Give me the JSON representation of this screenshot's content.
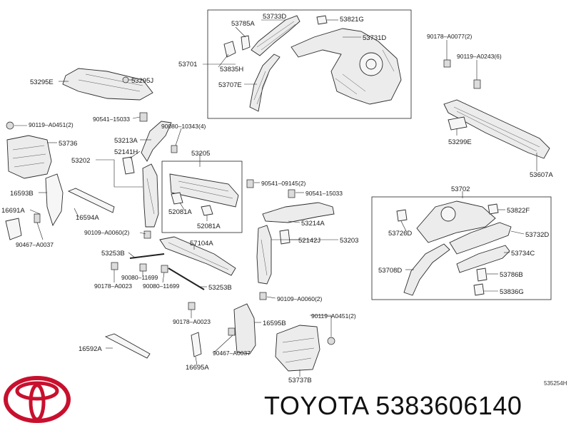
{
  "brand": {
    "name_line": "TOYOTA 5383606140",
    "logo_color": "#c8102e"
  },
  "diagram": {
    "ref_code": "535254H",
    "labels": {
      "p53733D": "53733D",
      "p53821G": "53821G",
      "p53785A": "53785A",
      "p53731D": "53731D",
      "p53701": "53701",
      "p53835H": "53835H",
      "p53707E": "53707E",
      "p90178_0077": "90178–A0077(2)",
      "p90119_0243": "90119–A0243(6)",
      "p53295E": "53295E",
      "p53295J": "53295J",
      "p90119_0451a": "90119–A0451(2)",
      "p90541_15033a": "90541–15033",
      "p53213A": "53213A",
      "p90080_10343": "90080–10343(4)",
      "p53736": "53736",
      "p52141H": "52141H",
      "p53202": "53202",
      "p53205": "53205",
      "p53299E": "53299E",
      "p53607A": "53607A",
      "p16593B": "16593B",
      "p90541_09145": "90541–09145(2)",
      "p90541_15033b": "90541–15033",
      "p53702": "53702",
      "p52081A_a": "52081A",
      "p52081A_b": "52081A",
      "p16594A": "16594A",
      "p16691A": "16691A",
      "p53214A": "53214A",
      "p53822F": "53822F",
      "p53726D": "53726D",
      "p53732D": "53732D",
      "p90109_0060a": "90109–A0060(2)",
      "p52142J": "52142J",
      "p53203": "53203",
      "p90467_0037a": "90467–A0037",
      "p57104A": "57104A",
      "p53734C": "53734C",
      "p53253B_a": "53253B",
      "p53708D": "53708D",
      "p90080_11699a": "90080–11699",
      "p90178_0023a": "90178–A0023",
      "p90080_11699b": "90080–11699",
      "p53786B": "53786B",
      "p53253B_b": "53253B",
      "p53836G": "53836G",
      "p90109_0060b": "90109–A0060(2)",
      "p90119_0451b": "90119–A0451(2)",
      "p90178_0023b": "90178–A0023",
      "p16595B": "16595B",
      "p16592A": "16592A",
      "p90467_0037b": "90467–A0037",
      "p16695A": "16695A",
      "p53737B": "53737B"
    }
  }
}
